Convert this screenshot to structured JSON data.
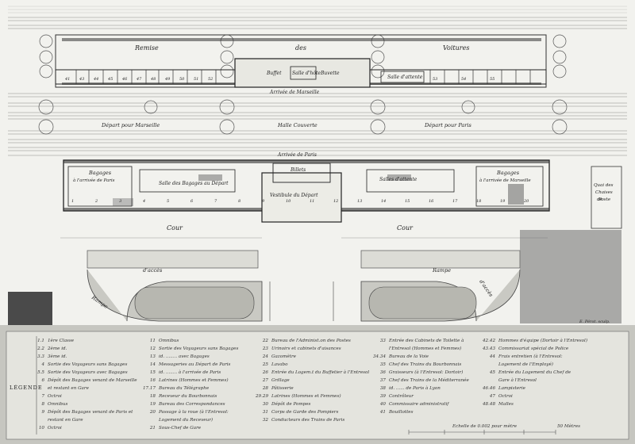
{
  "plan": {
    "top_building": {
      "remise": "Remise",
      "des": "des",
      "voitures": "Voitures",
      "buffet": "Buffet",
      "salle_hote": "Salle d'hôte",
      "buvette": "Buvette",
      "salle_attente": "Salle d'attente",
      "arrivee_marseille": "Arrivée de Marseille"
    },
    "middle": {
      "depart_marseille": "Départ pour Marseille",
      "halle": "Halle Couverte",
      "depart_paris": "Départ pour Paris",
      "arrivee_paris": "Arrivée de Paris"
    },
    "main_building": {
      "bagages_left": "Bagages",
      "bagages_left_sub": "à l'arrivée de Paris",
      "salle_bagages": "Salle des Bagages au Départ",
      "billets": "Billets",
      "vestibule": "Vestibule du Départ",
      "salles_attente": "Salles d'attente",
      "bagages_right": "Bagages",
      "bagages_right_sub": "à l'arrivée de Marseille"
    },
    "quai": {
      "line1": "Quai des",
      "line2": "Chaises",
      "line3": "de",
      "line4": "Poste"
    },
    "cour_left": "Cour",
    "cour_right": "Cour",
    "rampe_left": "Rampe",
    "acces_left": "d'accès",
    "rampe_right": "Rampe",
    "acces_right": "d'accès",
    "engraver": "E. Pérot. sculp.",
    "room_numbers_top": [
      "41",
      "43",
      "44",
      "45",
      "46",
      "47",
      "48",
      "49",
      "50",
      "51",
      "52",
      "53",
      "54",
      "55"
    ],
    "room_numbers_main": [
      "1",
      "2",
      "3",
      "4",
      "5",
      "6",
      "7",
      "8",
      "9",
      "10",
      "11",
      "12",
      "13",
      "14",
      "15",
      "16",
      "17",
      "18",
      "19",
      "20"
    ]
  },
  "legend": {
    "title": "LÉGENDE",
    "col1": [
      {
        "n": "1.1",
        "t": "1ère Classe"
      },
      {
        "n": "2.2",
        "t": "2ème id."
      },
      {
        "n": "3.3",
        "t": "3ème id."
      },
      {
        "n": "4",
        "t": "Sortie des Voyageurs sans Bagages"
      },
      {
        "n": "5.5",
        "t": "Sortie des Voyageurs avec Bagages"
      },
      {
        "n": "6",
        "t": "Dépôt des Bagages venant de Marseille"
      },
      {
        "n": "",
        "t": "et restant en Gare"
      },
      {
        "n": "7",
        "t": "Octroi"
      },
      {
        "n": "8",
        "t": "Omnibus"
      },
      {
        "n": "9",
        "t": "Dépôt des Bagages venant de Paris et"
      },
      {
        "n": "",
        "t": "restant en Gare"
      },
      {
        "n": "10",
        "t": "Octroi"
      }
    ],
    "col2": [
      {
        "n": "11",
        "t": "Omnibus"
      },
      {
        "n": "12",
        "t": "Sortie des Voyageurs sans Bagages"
      },
      {
        "n": "13",
        "t": "id. ........ avec Bagages"
      },
      {
        "n": "14",
        "t": "Messageries au Départ de Paris"
      },
      {
        "n": "15",
        "t": "id. ........ à l'arrivée de Paris"
      },
      {
        "n": "16",
        "t": "Latrines (Hommes et Femmes)"
      },
      {
        "n": "17.17",
        "t": "Bureau du Télégraphe"
      },
      {
        "n": "18",
        "t": "Receveur du Bourbonnais"
      },
      {
        "n": "19",
        "t": "Bureau des Correspondances"
      },
      {
        "n": "20",
        "t": "Passage à la roue (à l'Entresol:"
      },
      {
        "n": "",
        "t": "Logement du Receveur)"
      },
      {
        "n": "21",
        "t": "Sous-Chef de Gare"
      }
    ],
    "col3": [
      {
        "n": "22",
        "t": "Bureau de l'Administ.on des Postes"
      },
      {
        "n": "23",
        "t": "Urinoirs et cabinets d'aisances"
      },
      {
        "n": "24",
        "t": "Gazomètre"
      },
      {
        "n": "25",
        "t": "Lavabo"
      },
      {
        "n": "26",
        "t": "Entrée du Logem.t du Buffetier à l'Entresol"
      },
      {
        "n": "27",
        "t": "Grillage"
      },
      {
        "n": "28",
        "t": "Pâtisserie"
      },
      {
        "n": "29.29",
        "t": "Latrines (Hommes et Femmes)"
      },
      {
        "n": "30",
        "t": "Dépôt de Pompes"
      },
      {
        "n": "31",
        "t": "Corps de Garde des Pompiers"
      },
      {
        "n": "32",
        "t": "Conducteurs des Trains de Paris"
      }
    ],
    "col4": [
      {
        "n": "33",
        "t": "Entrée des Cabinets de Toilette à"
      },
      {
        "n": "",
        "t": "l'Entresol (Hommes et Femmes)"
      },
      {
        "n": "34.34",
        "t": "Bureau de la Voie"
      },
      {
        "n": "35",
        "t": "Chef des Trains du Bourbonnais"
      },
      {
        "n": "36",
        "t": "Graisseurs (à l'Entresol: Dortoir)"
      },
      {
        "n": "37",
        "t": "Chef des Trains de la Méditerranée"
      },
      {
        "n": "38",
        "t": "id. ...... de Paris à Lyon"
      },
      {
        "n": "39",
        "t": "Contrôleur"
      },
      {
        "n": "40",
        "t": "Commissaire administratif"
      },
      {
        "n": "41",
        "t": "Bouillottes"
      }
    ],
    "col5": [
      {
        "n": "42.42",
        "t": "Hommes d'équipe (Dortoir à l'Entresol)"
      },
      {
        "n": "43.43",
        "t": "Commissariat spécial de Police"
      },
      {
        "n": "44",
        "t": "Frais entretien (à l'Entresol:"
      },
      {
        "n": "",
        "t": "Logement de l'Employé)"
      },
      {
        "n": "45",
        "t": "Entrée du Logement du Chef de"
      },
      {
        "n": "",
        "t": "Gare à l'Entresol"
      },
      {
        "n": "46.46",
        "t": "Lampisterie"
      },
      {
        "n": "47",
        "t": "Octroi"
      },
      {
        "n": "48.48",
        "t": "Malles"
      }
    ],
    "scale": {
      "label": "Echelle de 0.002 pour mètre",
      "end": "50 Mètres"
    }
  }
}
